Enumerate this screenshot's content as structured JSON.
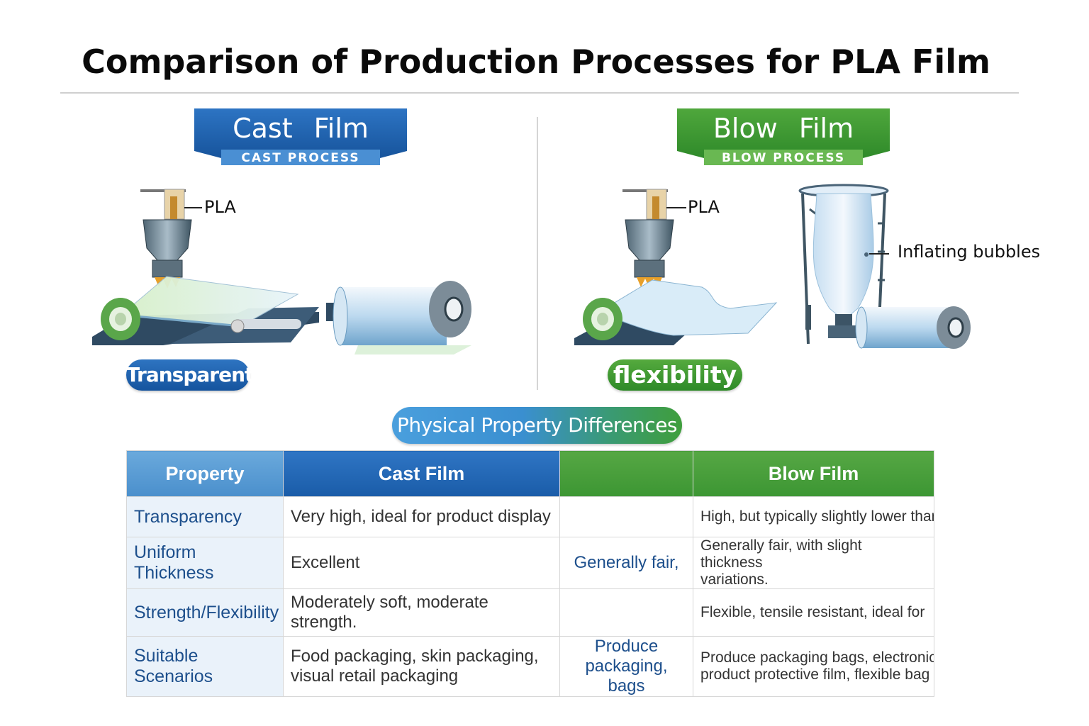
{
  "title": "Comparison of Production Processes for PLA Film",
  "cast": {
    "banner_title": "Cast Film",
    "banner_subtitle": "CAST PROCESS",
    "material_label": "PLA",
    "badge": "Transparent",
    "color": "#1a5ca8"
  },
  "blow": {
    "banner_title": "Blow Film",
    "banner_subtitle": "BLOW PROCESS",
    "material_label": "PLA",
    "bubble_label": "Inflating bubbles",
    "badge": "flexibility",
    "color": "#3c9633"
  },
  "section_title": "Physical Property Differences",
  "table": {
    "headers": [
      "Property",
      "Cast Film",
      "",
      "Blow Film"
    ],
    "rows": [
      {
        "property": "Transparency",
        "cast": [
          "Very high, ideal for product display"
        ],
        "middle": [],
        "blow": [
          "High, but typically slightly lower than"
        ]
      },
      {
        "property": "Uniform Thickness",
        "cast": [
          "Excellent"
        ],
        "middle": [
          "Generally fair,"
        ],
        "blow": [
          "Generally fair, with slight thickness",
          "variations."
        ]
      },
      {
        "property": "Strength/Flexibility",
        "cast": [
          "Moderately soft, moderate strength."
        ],
        "middle": [],
        "blow": [
          "Flexible, tensile resistant, ideal for"
        ]
      },
      {
        "property": "Suitable Scenarios",
        "cast": [
          "Food packaging, skin packaging,",
          "visual retail packaging"
        ],
        "middle": [
          "Produce packaging,",
          "bags"
        ],
        "blow": [
          "Produce packaging bags, electronic",
          "product protective film, flexible bag pa"
        ]
      }
    ]
  }
}
